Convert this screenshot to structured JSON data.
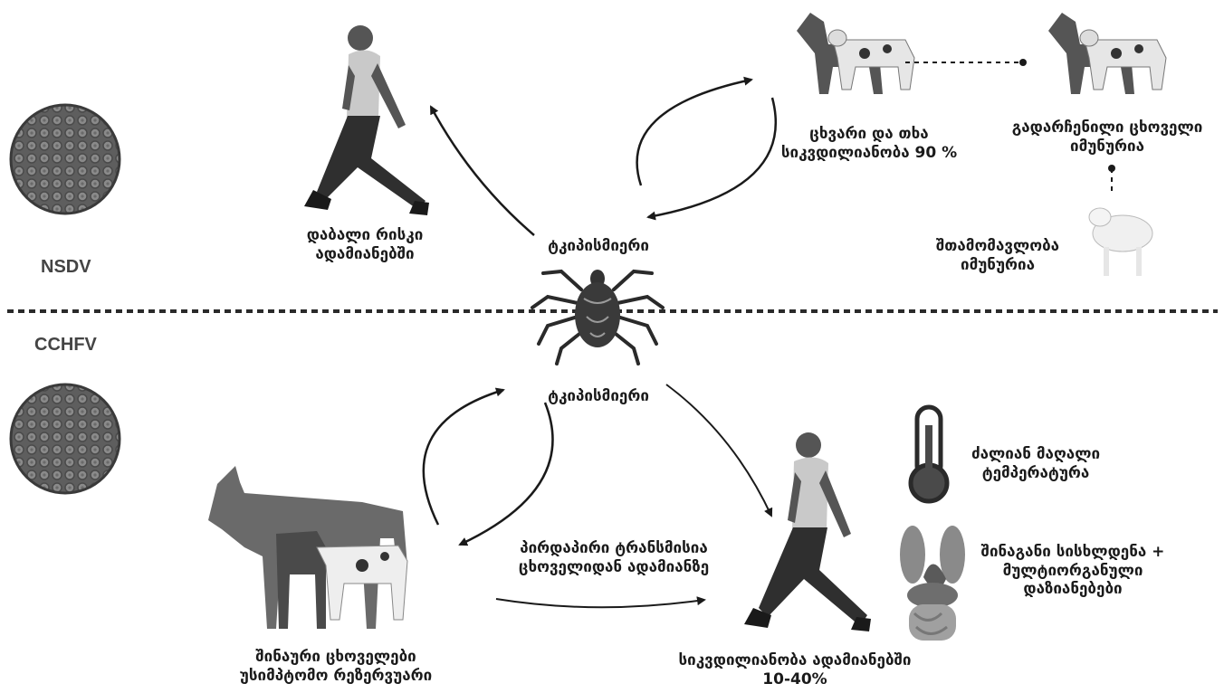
{
  "nsdv": {
    "virus_label": "NSDV",
    "human_label": [
      "დაბალი რისკი",
      "ადამიანებში"
    ],
    "tick_label": "ტკიპისმიერი",
    "sheep_label": [
      "ცხვარი და თხა",
      "სიკვდილიანობა 90 %"
    ],
    "survivor_label": [
      "გადარჩენილი ცხოველი",
      "იმუნურია"
    ],
    "offspring_label": [
      "შთამომავლობა",
      "იმუნურია"
    ]
  },
  "cchfv": {
    "virus_label": "CCHFV",
    "tick_label": "ტკიპისმიერი",
    "reservoir_label": [
      "შინაური ცხოველები",
      "უსიმპტომო რეზერვუარი"
    ],
    "direct_label": [
      "პირდაპირი ტრანსმისია",
      "ცხოველიდან ადამიანზე"
    ],
    "mortality_label": [
      "სიკვდილიანობა ადამიანებში",
      "10-40%"
    ],
    "fever_label": [
      "ძალიან მაღალი",
      "ტემპერატურა"
    ],
    "hemorrhage_label": [
      "შინაგანი სისხლდენა +",
      "მულტიორგანული",
      "დაზიანებები"
    ]
  },
  "colors": {
    "ink": "#1a1a1a",
    "virus": "#6e6e6e",
    "figure": "#3a3a3a",
    "shirt": "#bdbdbd"
  }
}
